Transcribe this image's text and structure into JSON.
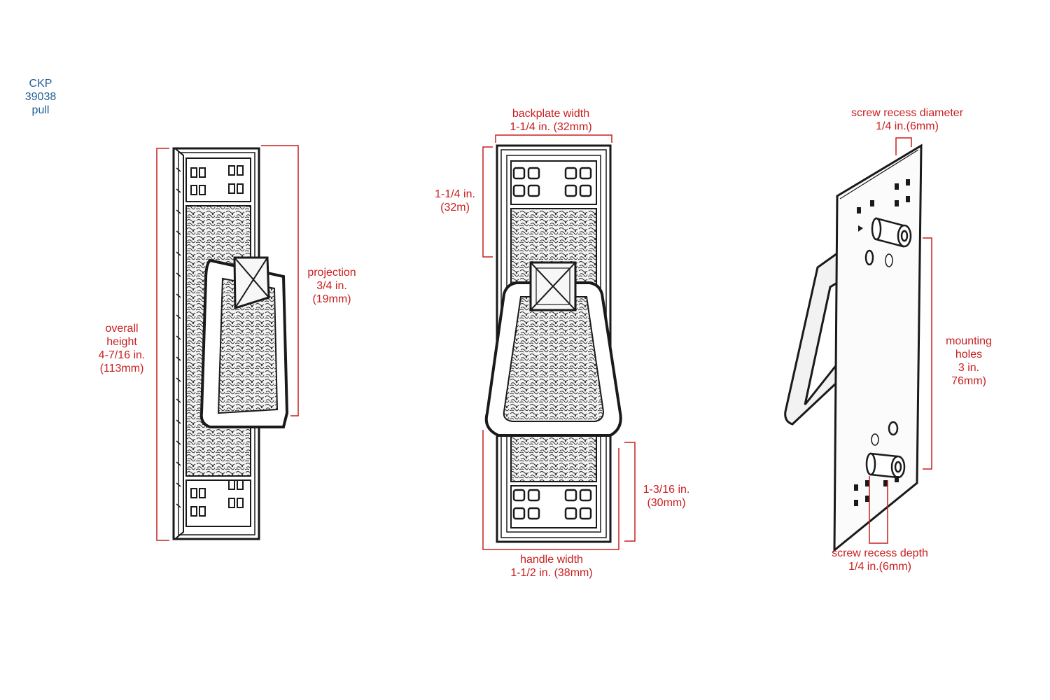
{
  "product": {
    "lines": [
      "CKP",
      "39038",
      "pull"
    ]
  },
  "labels": {
    "overall_height": [
      "overall",
      "height",
      "4-7/16 in.",
      "(113mm)"
    ],
    "projection": [
      "projection",
      "3/4 in.",
      "(19mm)"
    ],
    "backplate_width": [
      "backplate width",
      "1-1/4 in. (32mm)"
    ],
    "top_section": [
      "1-1/4 in.",
      "(32m)"
    ],
    "bottom_section": [
      "1-3/16 in.",
      "(30mm)"
    ],
    "handle_width": [
      "handle width",
      "1-1/2 in. (38mm)"
    ],
    "screw_recess_diameter": [
      "screw recess diameter",
      "1/4 in.(6mm)"
    ],
    "mounting_holes": [
      "mounting",
      "holes",
      "3 in.",
      "76mm)"
    ],
    "screw_recess_depth": [
      "screw recess depth",
      "1/4 in.(6mm)"
    ]
  },
  "colors": {
    "dimension": "#c81e1e",
    "product_label": "#1f5f96",
    "drawing": "#1a1a1a"
  }
}
